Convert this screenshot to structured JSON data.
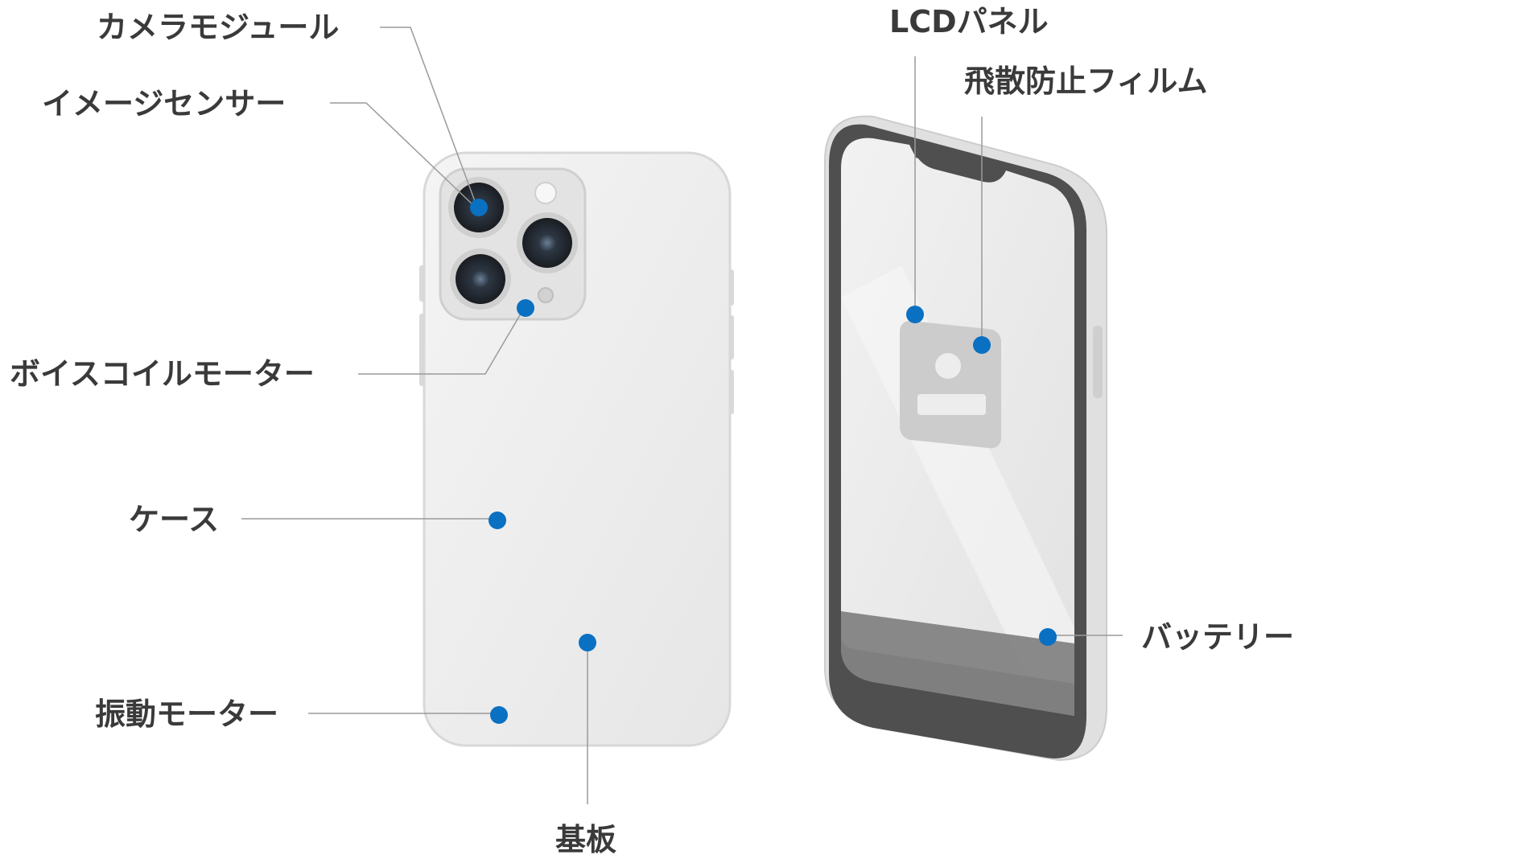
{
  "labels": {
    "camera_module": "カメラモジュール",
    "image_sensor": "イメージセンサー",
    "voice_coil_motor": "ボイスコイルモーター",
    "case": "ケース",
    "vibration_motor": "振動モーター",
    "board": "基板",
    "lcd_panel": "LCDパネル",
    "shatterproof_film": "飛散防止フィルム",
    "battery": "バッテリー"
  },
  "colors": {
    "marker": "#0a70c2",
    "leader_line": "#9a9a9a",
    "label_text": "#3a3a3a",
    "phone_body": "#ececec",
    "bezel": "#5a5a5a"
  }
}
